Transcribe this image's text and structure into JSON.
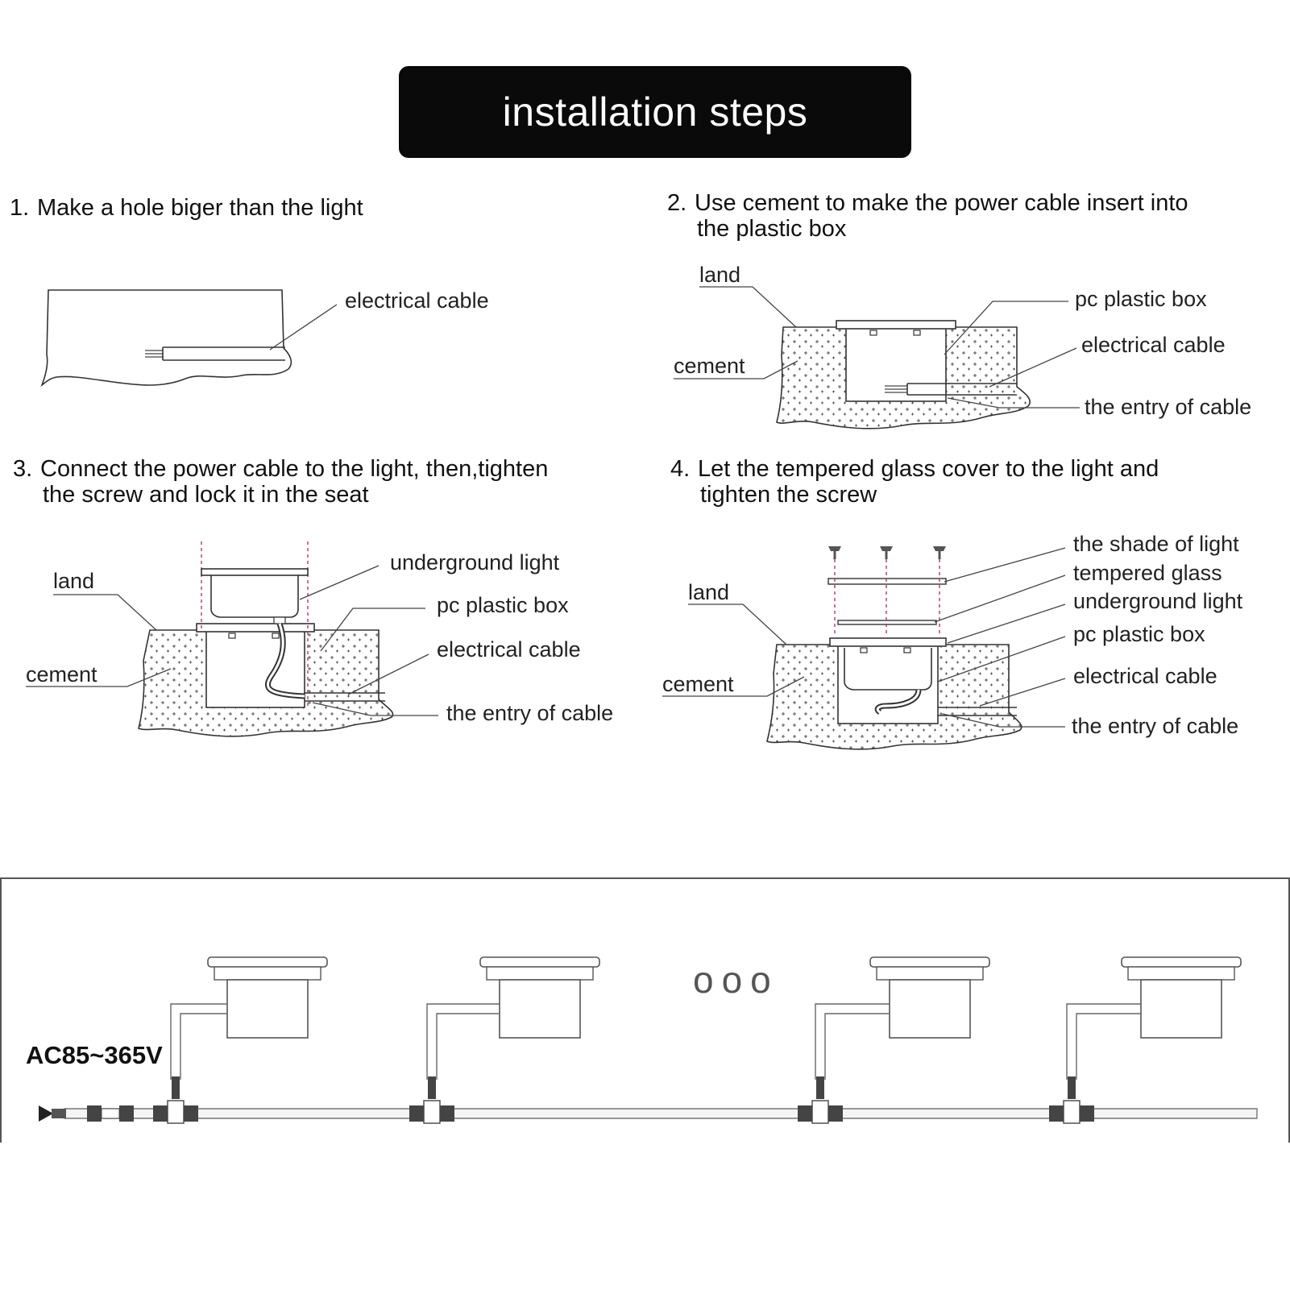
{
  "title": "installation steps",
  "steps": [
    {
      "num": "1.",
      "line1": "Make a hole biger than the light",
      "line2": ""
    },
    {
      "num": "2.",
      "line1": "Use cement to make the power cable insert into",
      "line2": "the plastic box"
    },
    {
      "num": "3.",
      "line1": "Connect the power cable to the light, then,tighten",
      "line2": "the screw and lock it in the seat"
    },
    {
      "num": "4.",
      "line1": "Let the tempered glass cover to the light and",
      "line2": "tighten the screw"
    }
  ],
  "labels": {
    "d1": {
      "electrical_cable": "electrical cable"
    },
    "d2": {
      "land": "land",
      "cement": "cement",
      "pc_plastic_box": "pc plastic box",
      "electrical_cable": "electrical cable",
      "entry": "the entry of cable"
    },
    "d3": {
      "land": "land",
      "cement": "cement",
      "underground_light": "underground  light",
      "pc_plastic_box": "pc plastic box",
      "electrical_cable": "electrical cable",
      "entry": "the entry of cable"
    },
    "d4": {
      "land": "land",
      "cement": "cement",
      "shade": "the shade of light",
      "glass": "tempered glass",
      "underground_light": "underground  light",
      "pc_plastic_box": "pc plastic box",
      "electrical_cable": "electrical cable",
      "entry": "the entry of cable"
    }
  },
  "wiring": {
    "voltage": "AC85~365V",
    "ellipsis": "ooo"
  }
}
